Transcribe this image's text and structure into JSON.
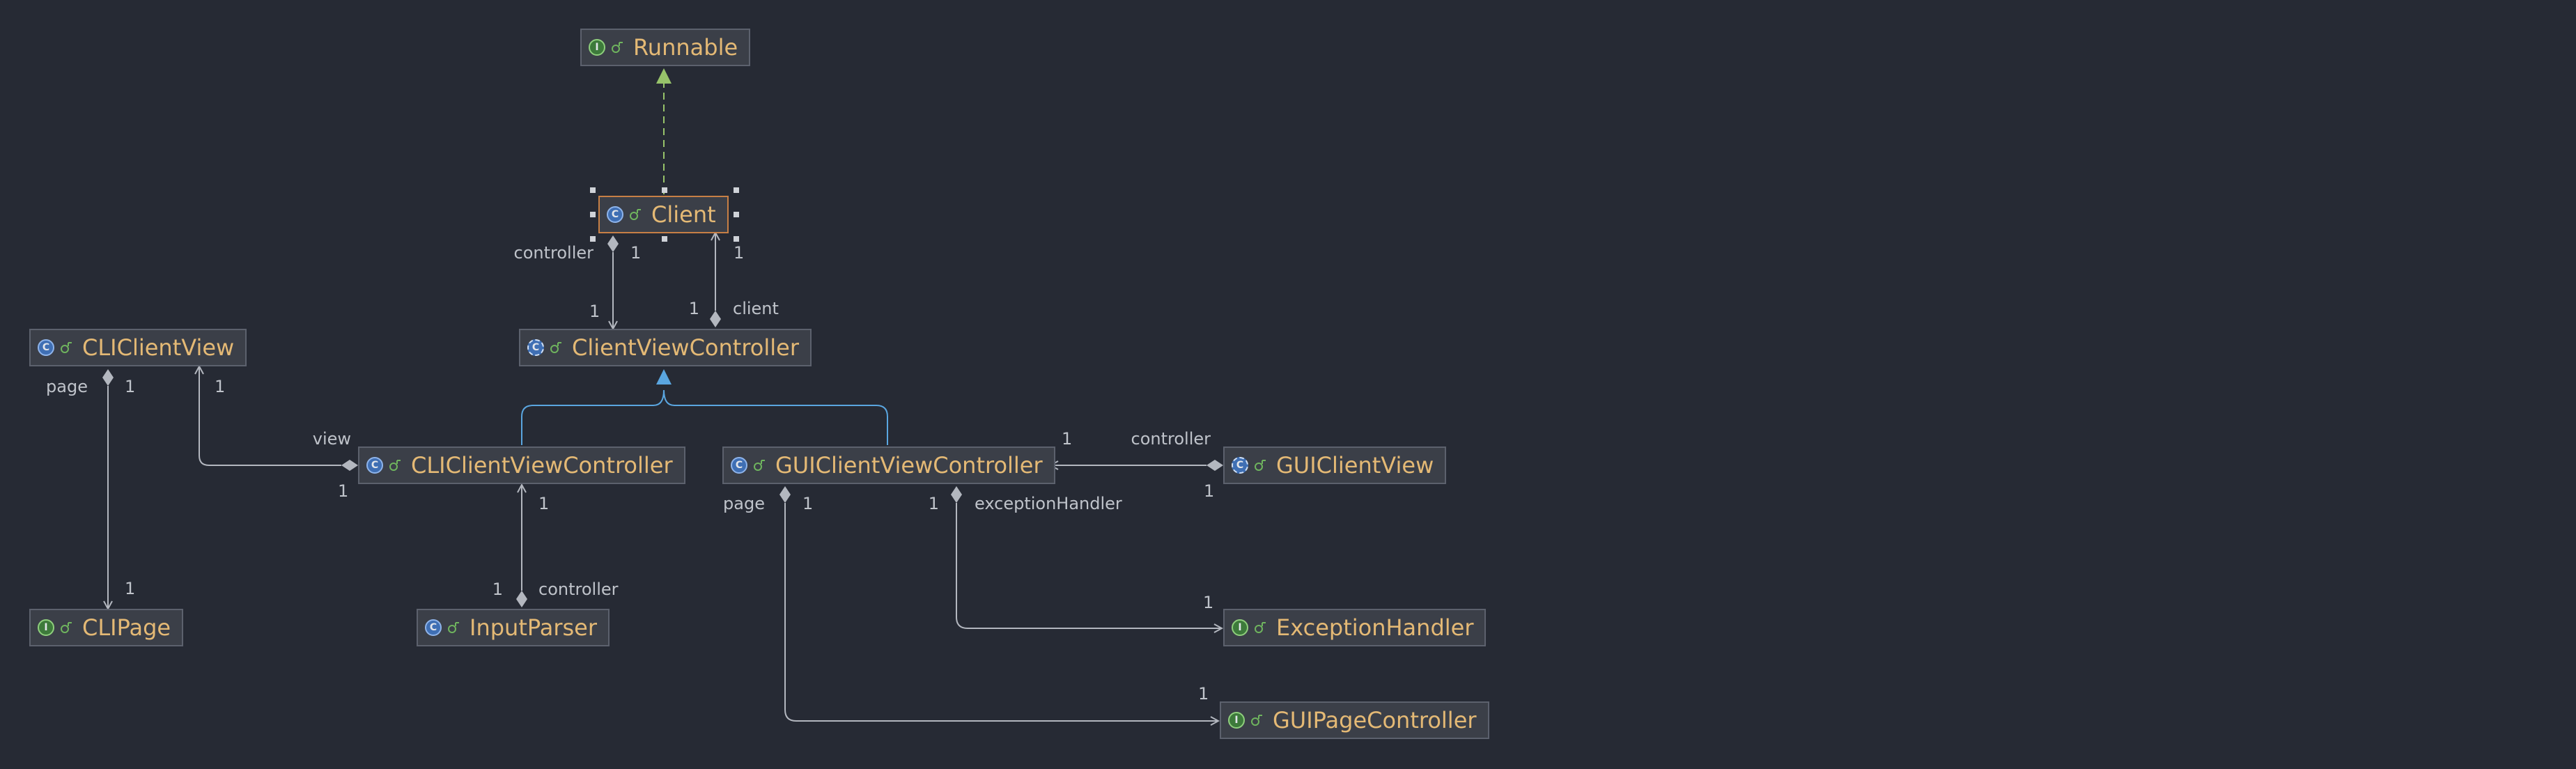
{
  "colors": {
    "background": "#262a34",
    "node_fill": "#3b3f48",
    "node_border": "#5c616d",
    "selected_border": "#c77f45",
    "class_name": "#e4b975",
    "edge": "#b3b7bf",
    "label": "#bfc3ca",
    "generalization": "#5aa6e0",
    "realization": "#97c36a"
  },
  "nodes": {
    "runnable": {
      "name": "Runnable",
      "kind": "interface",
      "kind_icon": "I"
    },
    "client": {
      "name": "Client",
      "kind": "class",
      "kind_icon": "C",
      "selected": true
    },
    "client_view_controller": {
      "name": "ClientViewController",
      "kind": "abstract-class",
      "kind_icon": "C"
    },
    "cli_client_view": {
      "name": "CLIClientView",
      "kind": "class",
      "kind_icon": "C"
    },
    "cli_client_view_controller": {
      "name": "CLIClientViewController",
      "kind": "class",
      "kind_icon": "C"
    },
    "gui_client_view_controller": {
      "name": "GUIClientViewController",
      "kind": "class",
      "kind_icon": "C"
    },
    "gui_client_view": {
      "name": "GUIClientView",
      "kind": "abstract-class",
      "kind_icon": "C"
    },
    "cli_page": {
      "name": "CLIPage",
      "kind": "interface",
      "kind_icon": "I"
    },
    "input_parser": {
      "name": "InputParser",
      "kind": "class",
      "kind_icon": "C"
    },
    "exception_handler": {
      "name": "ExceptionHandler",
      "kind": "interface",
      "kind_icon": "I"
    },
    "gui_page_controller": {
      "name": "GUIPageController",
      "kind": "interface",
      "kind_icon": "I"
    }
  },
  "edge_labels": {
    "client_controller_role": "controller",
    "client_controller_src_mult": "1",
    "client_controller_dst_mult": "1",
    "cvc_client_role": "client",
    "cvc_client_src_mult": "1",
    "cvc_client_dst_mult": "1",
    "cliview_page_role": "page",
    "cliview_page_src_mult": "1",
    "cliview_page_dst_mult": "1",
    "clicvc_view_role": "view",
    "clicvc_view_src_mult": "1",
    "clicvc_view_dst_mult": "1",
    "parser_controller_role": "controller",
    "parser_controller_src_mult": "1",
    "parser_controller_dst_mult": "1",
    "guiview_controller_role": "controller",
    "guiview_controller_src_mult": "1",
    "guiview_controller_dst_mult": "1",
    "guicvc_exception_role": "exceptionHandler",
    "guicvc_exception_src_mult": "1",
    "guicvc_exception_dst_mult": "1",
    "guicvc_page_role": "page",
    "guicvc_page_src_mult": "1",
    "guicvc_page_dst_mult": "1"
  }
}
